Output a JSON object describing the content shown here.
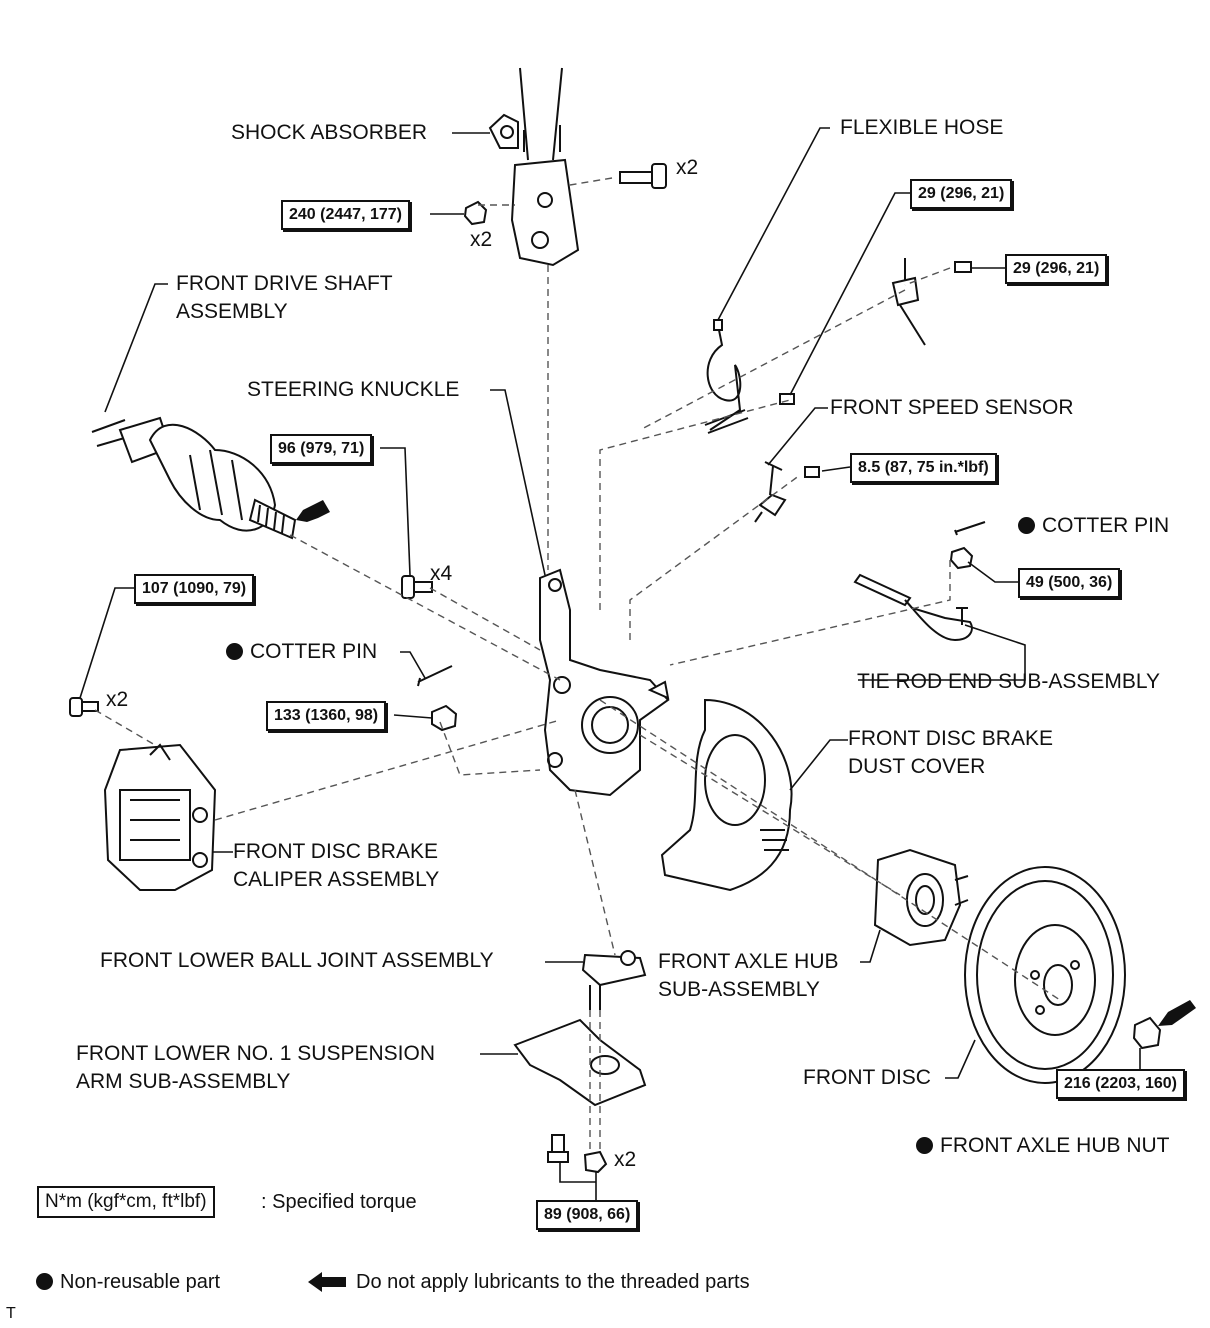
{
  "labels": {
    "shock_absorber": "SHOCK ABSORBER",
    "flexible_hose": "FLEXIBLE HOSE",
    "front_drive_shaft_1": "FRONT DRIVE SHAFT",
    "front_drive_shaft_2": "ASSEMBLY",
    "steering_knuckle": "STEERING KNUCKLE",
    "front_speed_sensor": "FRONT SPEED SENSOR",
    "cotter_pin_right": "COTTER PIN",
    "cotter_pin_left": "COTTER PIN",
    "tie_rod_end": "TIE ROD END SUB-ASSEMBLY",
    "dust_cover_1": "FRONT DISC BRAKE",
    "dust_cover_2": "DUST COVER",
    "caliper_1": "FRONT DISC BRAKE",
    "caliper_2": "CALIPER ASSEMBLY",
    "ball_joint": "FRONT LOWER BALL JOINT ASSEMBLY",
    "axle_hub_1": "FRONT AXLE HUB",
    "axle_hub_2": "SUB-ASSEMBLY",
    "susp_arm_1": "FRONT LOWER NO. 1 SUSPENSION",
    "susp_arm_2": "ARM SUB-ASSEMBLY",
    "front_disc": "FRONT DISC",
    "axle_hub_nut": "FRONT AXLE HUB NUT"
  },
  "torques": {
    "t240": "240 (2447, 177)",
    "t29a": "29 (296, 21)",
    "t29b": "29 (296, 21)",
    "t96": "96 (979, 71)",
    "t85": "8.5 (87, 75 in.*lbf)",
    "t107": "107 (1090, 79)",
    "t49": "49 (500, 36)",
    "t133": "133 (1360, 98)",
    "t216": "216 (2203, 160)",
    "t89": "89 (908, 66)"
  },
  "quantities": {
    "q_x2_bolt": "x2",
    "q_x2_nut": "x2",
    "q_x4": "x4",
    "q_x2_caliper": "x2",
    "q_x2_bottom": "x2"
  },
  "legend": {
    "torque_box": "N*m (kgf*cm, ft*lbf)",
    "torque_text": ": Specified torque",
    "nonreusable": "Non-reusable part",
    "no_lube": "Do not apply lubricants to the threaded parts"
  },
  "corner_mark": "T"
}
